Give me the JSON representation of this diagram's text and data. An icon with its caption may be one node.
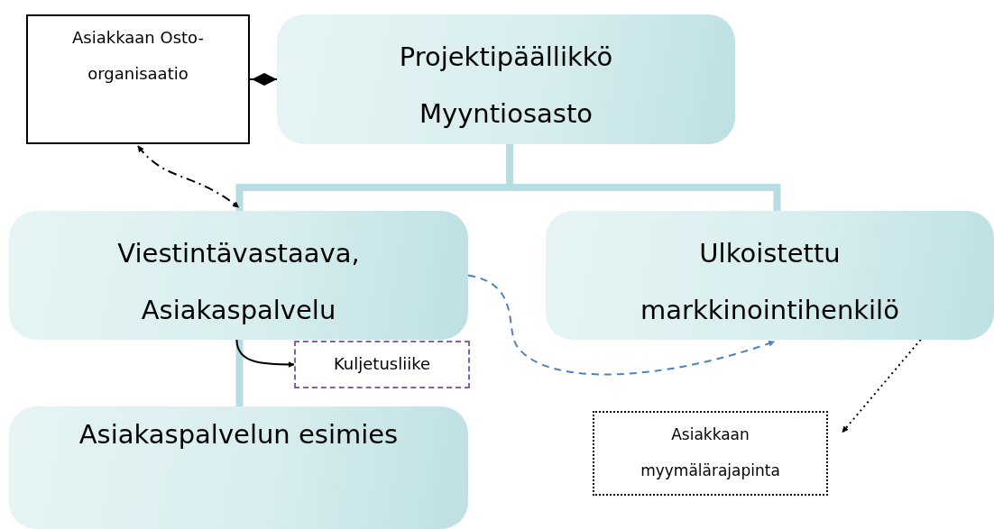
{
  "diagram": {
    "nodes": [
      {
        "text": [
          "Asiakkaan Osto- organisaatio"
        ]
      },
      {
        "text": [
          "Projektipäällikkö Myyntiosasto"
        ]
      },
      {
        "text": [
          "Viestintävastaava, Asiakaspalvelu"
        ]
      },
      {
        "text": [
          "Ulkoistettu markkinointihenkilö"
        ]
      },
      {
        "text": [
          "Asiakaspalvelun esimies"
        ]
      },
      {
        "text": [
          "Kuljetusliike"
        ]
      },
      {
        "text": [
          "Asiakkaan myymälärajapinta"
        ]
      }
    ],
    "edges": [
      {
        "from": 0,
        "to": 1,
        "arrow": "other"
      },
      {
        "from": 1,
        "to": 2,
        "arrow": "none",
        "style": "thick",
        "color": "#b7dde1"
      },
      {
        "from": 1,
        "to": 3,
        "arrow": "none",
        "style": "thick",
        "color": "#b7dde1"
      },
      {
        "from": 2,
        "to": 4,
        "arrow": "none",
        "style": "thick",
        "color": "#b7dde1"
      },
      {
        "from": 0,
        "to": 2,
        "arrow": "both",
        "style": "dashed"
      },
      {
        "from": 2,
        "to": 5,
        "arrow": "to"
      },
      {
        "from": 2,
        "to": 3,
        "arrow": "to",
        "style": "dashed",
        "color": "#4f81bd"
      },
      {
        "from": 3,
        "to": 6,
        "arrow": "to",
        "style": "dashed"
      }
    ]
  }
}
